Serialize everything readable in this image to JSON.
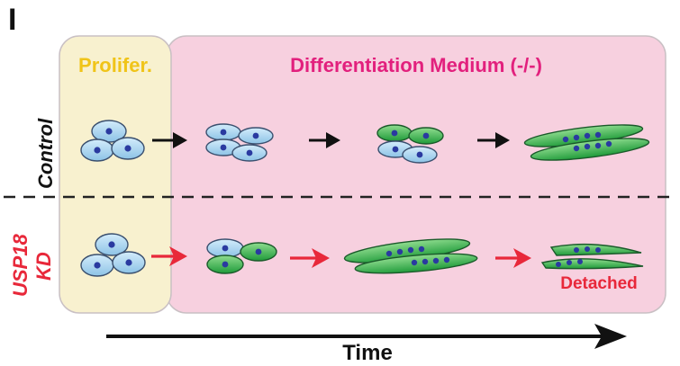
{
  "panel_label": "I",
  "header": {
    "proliferation": "Prolifer.",
    "differentiation": "Differentiation Medium (-/-)"
  },
  "rows": {
    "control": "Control",
    "knockdown_line1": "USP18",
    "knockdown_line2": "KD"
  },
  "annotations": {
    "detached": "Detached"
  },
  "axis": {
    "time": "Time"
  },
  "colors": {
    "proliferation_bg": "#f8f1cf",
    "differentiation_bg": "#f7d0df",
    "header_yellow": "#f0c419",
    "header_magenta": "#e2207d",
    "knockdown_red": "#e8283a",
    "myoblast_fill": "#a9d4ee",
    "myotube_fill": "#2fb44a",
    "nucleus": "#2a3aa0",
    "arrow_black": "#111111",
    "arrow_red": "#e8283a"
  }
}
